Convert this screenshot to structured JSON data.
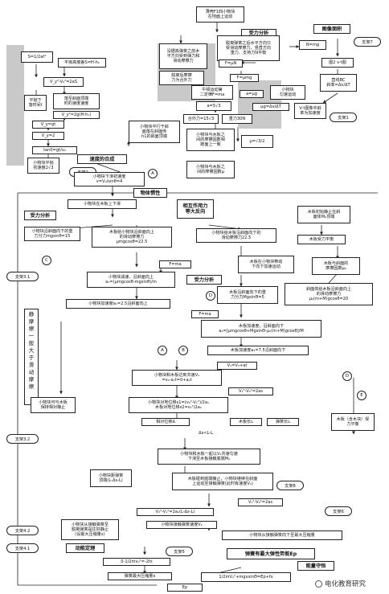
{
  "nodes": {
    "top_start": "薄壳F1四小物块\n在地面上运动",
    "force_analysis_1": "受力分析",
    "force_analysis_2": "受力分析",
    "force_analysis_3": "受力分析",
    "image_area": "图像面积",
    "branch7": "支架7",
    "branch1": "支架1",
    "branch2": "支架2",
    "branch31": "支架3.1",
    "branch32": "支架3.2",
    "branch41": "支架4.1",
    "branch42": "支架4.2",
    "branch5": "支架5",
    "branch6": "支架6",
    "branch8": "支架8",
    "s_formula": "S=1/2at²",
    "height": "平抛高度差S=H-h₁",
    "vy2": "V_y²-V₀²=2aS",
    "vy2_alt": "V_y²=2g(H-h₁)",
    "fall_desc": "平抛下\n落时间t",
    "fall_speed": "落至斜面顶端\n时的速度速度",
    "vy_gt": "V_y=gt",
    "vy_2": "V_y=2",
    "tan": "tan0=gt/v₀",
    "small_flat": "小物块平抛\n初速度2√3",
    "speed_synthesis": "速度的合成",
    "slide_speed": "小物块下滑初速度\nv=V₀/sinθ=4",
    "slope_friction": "没据高弹簧之前木\n平方向受到弹力和\n滑动摩擦力",
    "after_spring": "脱离弹簧之后水平方向只\n受滑动摩擦力，竖直方向\n重力、支持力N平衡",
    "after_spring2": "脱离后摩擦\n力为合外力",
    "n_mg": "N=mg",
    "f_mu_n": "F=μN",
    "f_mu_mg": "F=μmg",
    "newton2": "牛顿运动第\n二定律F=ma",
    "a_mu_g": "a=μg",
    "two_vt": "图2 v-t图",
    "slope": "直线BC\n斜率=Δv/ΔT",
    "a_val": "a=5√3",
    "block_motion": "小物块\n匀速运动",
    "mu_g": "μg=Δv/ΔT",
    "vt_image": "V-t图像中斜\n率为加速度",
    "parallel": "小物块平行于斜\n面落在斜面传\nh1的斜面顶端",
    "combined": "合外力=15√3",
    "gravity": "重力30N",
    "spring_force": "小物块与木板之\n间的摩擦因数相\n跑面上一致",
    "mu_val": "μ=√3/2",
    "block_plate_friction": "小物块与木板之\n间的摩擦因数μ",
    "object_inertia": "物体惯性",
    "mutual_force": "相互作用力\n等大反向",
    "block_slide": "小物块在木板上下滑",
    "plate_initial": "木板初始静止在斜\n面体M₀顶端",
    "block_down": "小物块沿斜面向下的重\n力分力mgsinθ=15",
    "plate_friction_up": "木板给小物块沿斜面向上\n的滑动摩擦力\nμmgcosθ=22.5",
    "block_gives_down": "小物块给木板沿斜面向下的\n滑动摩擦力22.5",
    "plate_balance": "木板受力平衡",
    "block_accel": "小物块减速，沿斜面向上\na₁=(μmgcosθ-mgsinθ)/m",
    "f_ma": "F=ma",
    "f_ma2": "F=ma",
    "block_accel_val": "小物块加速度a₁=2.5沿斜面向上",
    "plate_moving": "木板在小物块带动\n下向下加速运动",
    "plate_slope_friction": "木板与斜面的\n摩擦因数μ₂",
    "plate_gravity": "木板沿斜面向下的重\n力分力MgsinΘ=5",
    "slope_friction_up": "斜面体给木板沿斜面向上\n的滑动摩擦力\nμ₂(m+M)gcosθ=20",
    "static_label": "静\n摩\n擦\n一\n般\n大\n于\n滑\n动\n摩\n擦",
    "plate_accel": "木板加速度，沿斜面向下\na₂=[μmgcosθ+MgsinΘ-μ₂(m+M)gcosθ]/M",
    "plate_accel_val": "木板加速度a₂=7.5沿斜面向下",
    "common_speed": "小物块和木板达到共速V₁\n=v₀-a₁t=0+a₂t",
    "v_eq": "V₁=V₀+at",
    "v2_eq": "V₁²-V₀²=2as",
    "displacement": "小物块对地位移s1=(v₀²-V₁²)/2a₁\n木板对地位移s2=v₁²/2a₂",
    "rel_disp": "相对位移Δ",
    "plate_len": "木板长L",
    "spring_len": "弹簧长L",
    "delta_s": "Δs<L-L",
    "static_keep": "小物块可与木板\n保持相对静止",
    "plate_balance2": "木板（含木块）受\n力平衡",
    "together_move": "小物块和木板一起以V₁共速匀速\n下滑至木板接触底端M₂",
    "stop_plate": "木板碰到底端静止，小物块继续在斜面\n上运动至接触弹簧(此时有速度V₂)",
    "spring_top": "小物块距弹簧\n顶端(L-Δs-L)",
    "v2_formula": "V₂²-V₁²=2a₁(L-Δs-L)",
    "v_t2": "V₁²-V₀²=2as",
    "block_touch_speed": "小物块接触弹簧速度V₂",
    "spring_compress": "小物块从接触弹簧至\n脱离弹簧是往好静止\n(设最大压缩量x)",
    "kinetic_theorem": "动能定理",
    "max_compress": "小物块从接触弹簧向下至最大压缩量",
    "zero_eq": "0-1/2mv₀²=-2fx",
    "spring_max": "弹簧有最大弹性势能Ep",
    "max_x": "弹簧最大压缩量x",
    "energy_cons": "能量守恒",
    "ep_eq": "1/2mV₂²+mgxsinΘ=Ep+fx",
    "ep": "Ep"
  },
  "markers": {
    "a": "A",
    "b": "B",
    "c": "C",
    "d": "D",
    "e": "E"
  },
  "watermark": "电化教育研究"
}
